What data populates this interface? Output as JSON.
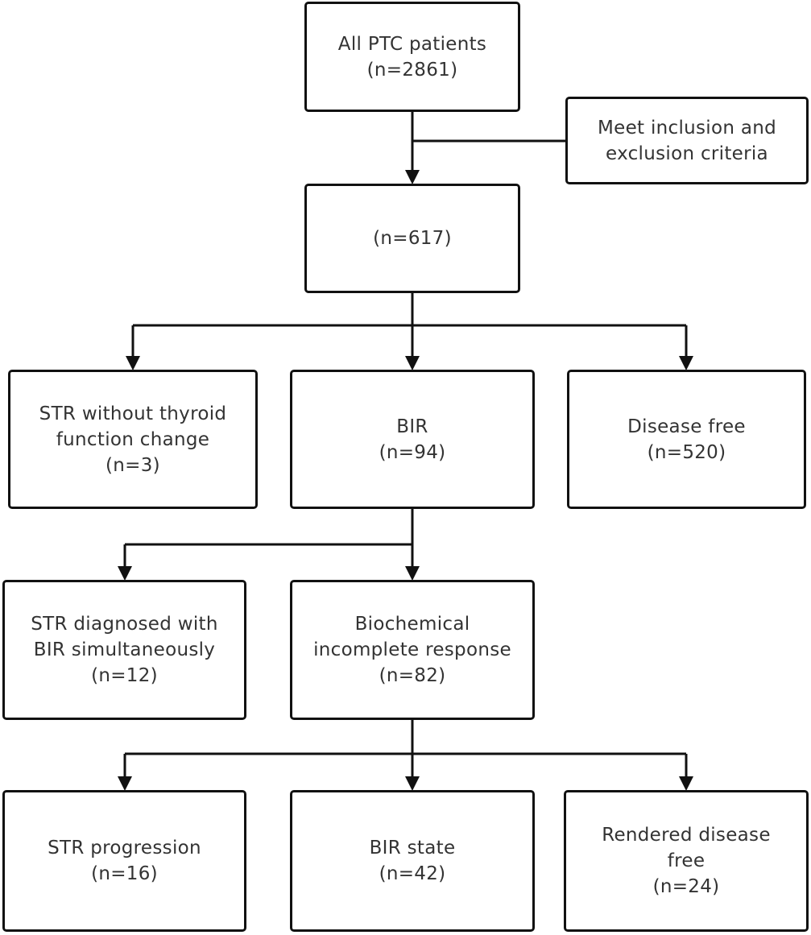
{
  "nodes": {
    "all_ptc": {
      "line1": "All PTC patients",
      "line2": "(n=2861)"
    },
    "criteria": {
      "line1": "Meet inclusion and",
      "line2": "exclusion criteria"
    },
    "n617": {
      "line1": "(n=617)"
    },
    "str_no_change": {
      "line1": "STR without thyroid",
      "line2": "function change",
      "line3": "(n=3)"
    },
    "bir": {
      "line1": "BIR",
      "line2": "(n=94)"
    },
    "disease_free": {
      "line1": "Disease free",
      "line2": "(n=520)"
    },
    "str_simul": {
      "line1": "STR diagnosed with",
      "line2": "BIR simultaneously",
      "line3": "(n=12)"
    },
    "bio_incomplete": {
      "line1": "Biochemical",
      "line2": "incomplete response",
      "line3": "(n=82)"
    },
    "str_progression": {
      "line1": "STR progression",
      "line2": "(n=16)"
    },
    "bir_state": {
      "line1": "BIR state",
      "line2": "(n=42)"
    },
    "rendered_df": {
      "line1": "Rendered disease",
      "line2": "free",
      "line3": "(n=24)"
    }
  }
}
